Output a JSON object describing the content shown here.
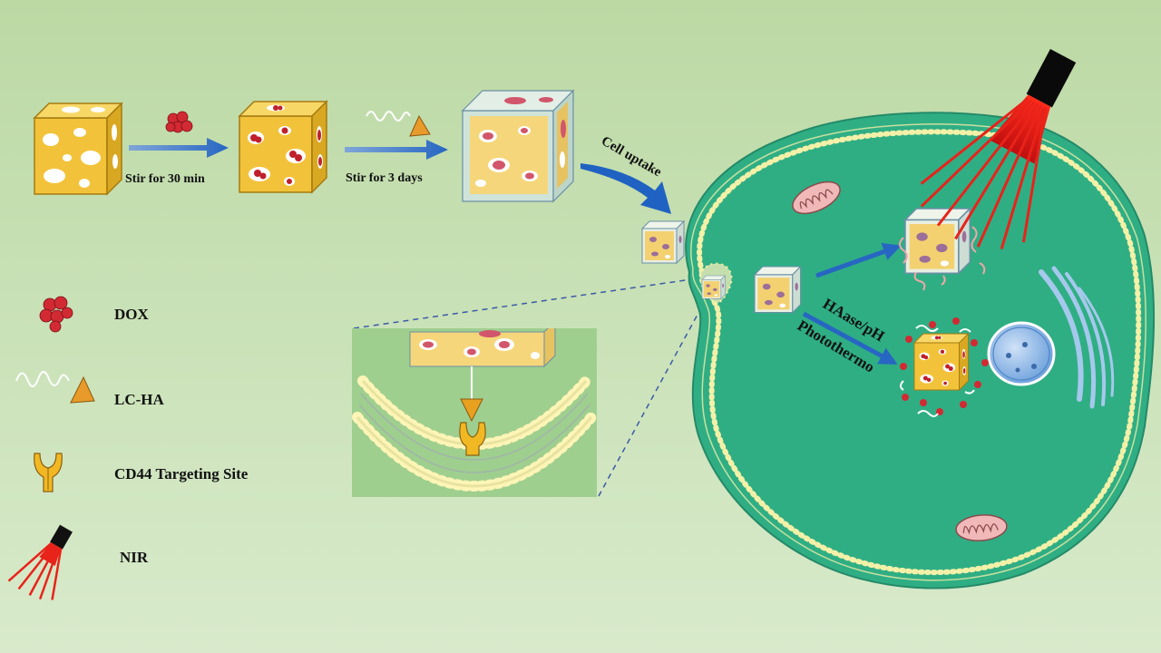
{
  "steps": {
    "stir1": "Stir for 30 min",
    "stir2": "Stir for  3 days",
    "uptake": "Cell uptake",
    "release": "HAase/pH",
    "photothermo": "Photothermo"
  },
  "legend": {
    "dox": "DOX",
    "lcha": "LC-HA",
    "cd44": "CD44 Targeting  Site",
    "nir": "NIR"
  },
  "colors": {
    "background": "#c5deae",
    "cube": "#f2c33a",
    "dox": "#d22a33",
    "cell": "#31b085",
    "arrow": "#2f6fc2",
    "laser": "#e8231a"
  }
}
